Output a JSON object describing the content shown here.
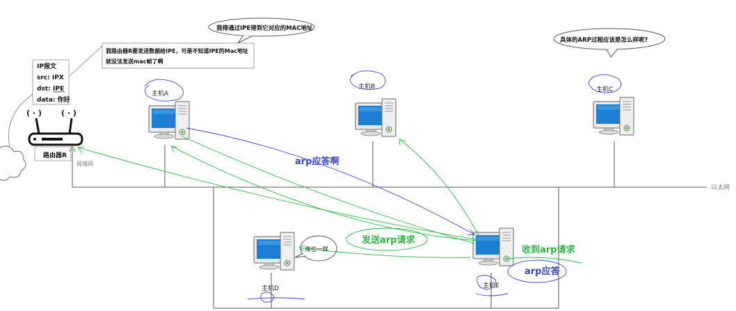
{
  "colors": {
    "blue_ink": "#3b47c4",
    "green_ink": "#2fb24a",
    "line": "#555555",
    "screen": "#1d7fd4"
  },
  "notes": {
    "center_bubble": "我得通过IPE得到它对应的MAC地址",
    "right_bubble": "具体的ARP过程应该是怎么样呢?",
    "router_box_line1": "我路由器R要发送数据给IPE，可是不知道IPE的Mac地址",
    "router_box_line2": "就没法发送mac帧了啊",
    "host_d_bubble": "俺也一样"
  },
  "ip_packet": {
    "title": "IP报文",
    "src": "src:  IPX",
    "dst_label": "dst:",
    "dst_value": "IPE",
    "data": "data: 你好"
  },
  "labels": {
    "router": "路由器R",
    "lan": "局域网",
    "ethernet": "以太网",
    "host_a": "主机A",
    "host_b": "主机B",
    "host_c": "主机C",
    "host_d": "主机D",
    "host_e": "主机E"
  },
  "annotations": {
    "arp_reply_blue": "arp应答啊",
    "send_arp_request": "发送arp请求",
    "receive_arp_request": "收到arp请求",
    "arp_reply": "arp应答"
  }
}
